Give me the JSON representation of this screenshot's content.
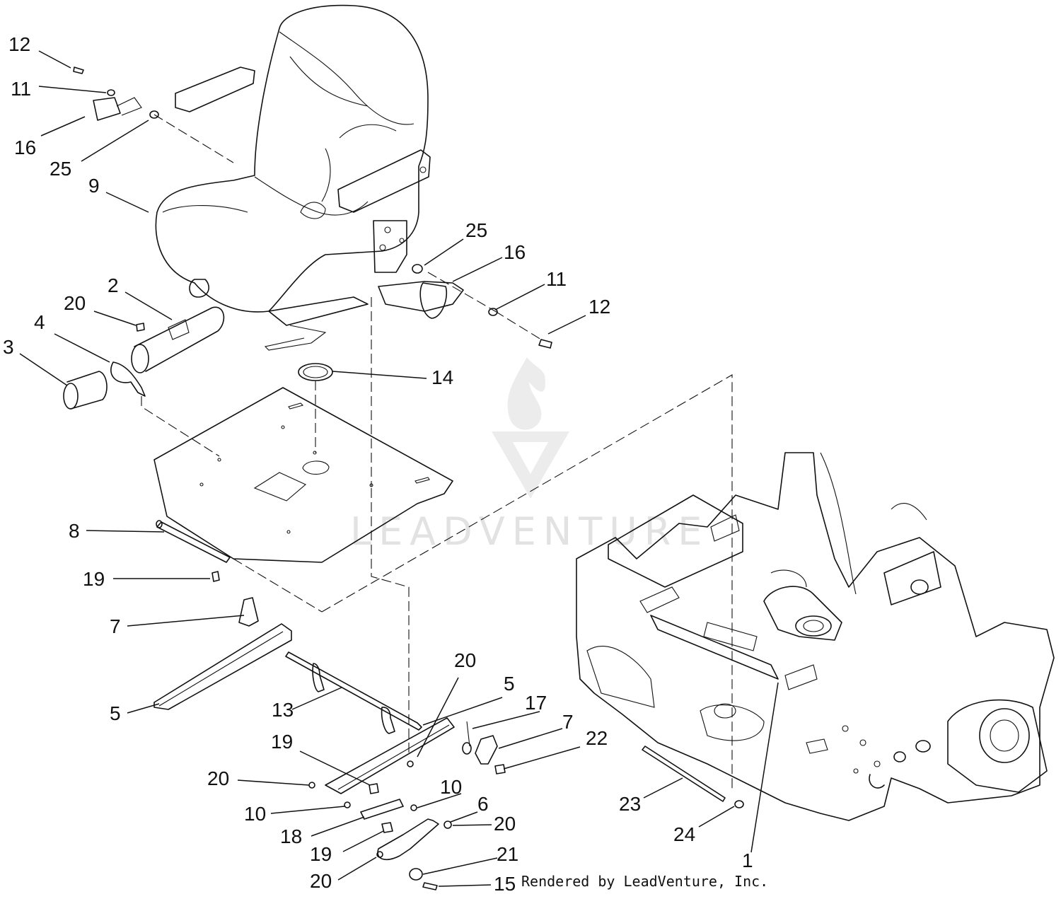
{
  "watermark": "LEADVENTURE",
  "credit": "Rendered by LeadVenture, Inc.",
  "callouts": [
    {
      "id": "c12a",
      "label": "12"
    },
    {
      "id": "c11a",
      "label": "11"
    },
    {
      "id": "c16a",
      "label": "16"
    },
    {
      "id": "c25a",
      "label": "25"
    },
    {
      "id": "c9",
      "label": "9"
    },
    {
      "id": "c25b",
      "label": "25"
    },
    {
      "id": "c16b",
      "label": "16"
    },
    {
      "id": "c11b",
      "label": "11"
    },
    {
      "id": "c12b",
      "label": "12"
    },
    {
      "id": "c2",
      "label": "2"
    },
    {
      "id": "c20a",
      "label": "20"
    },
    {
      "id": "c4",
      "label": "4"
    },
    {
      "id": "c3",
      "label": "3"
    },
    {
      "id": "c14",
      "label": "14"
    },
    {
      "id": "c8",
      "label": "8"
    },
    {
      "id": "c19a",
      "label": "19"
    },
    {
      "id": "c7a",
      "label": "7"
    },
    {
      "id": "c5a",
      "label": "5"
    },
    {
      "id": "c13",
      "label": "13"
    },
    {
      "id": "c20b",
      "label": "20"
    },
    {
      "id": "c5b",
      "label": "5"
    },
    {
      "id": "c17",
      "label": "17"
    },
    {
      "id": "c7b",
      "label": "7"
    },
    {
      "id": "c22",
      "label": "22"
    },
    {
      "id": "c19b",
      "label": "19"
    },
    {
      "id": "c20c",
      "label": "20"
    },
    {
      "id": "c10a",
      "label": "10"
    },
    {
      "id": "c10b",
      "label": "10"
    },
    {
      "id": "c6",
      "label": "6"
    },
    {
      "id": "c18",
      "label": "18"
    },
    {
      "id": "c20d",
      "label": "20"
    },
    {
      "id": "c19c",
      "label": "19"
    },
    {
      "id": "c21",
      "label": "21"
    },
    {
      "id": "c20e",
      "label": "20"
    },
    {
      "id": "c15",
      "label": "15"
    },
    {
      "id": "c23",
      "label": "23"
    },
    {
      "id": "c24",
      "label": "24"
    },
    {
      "id": "c1",
      "label": "1"
    }
  ]
}
